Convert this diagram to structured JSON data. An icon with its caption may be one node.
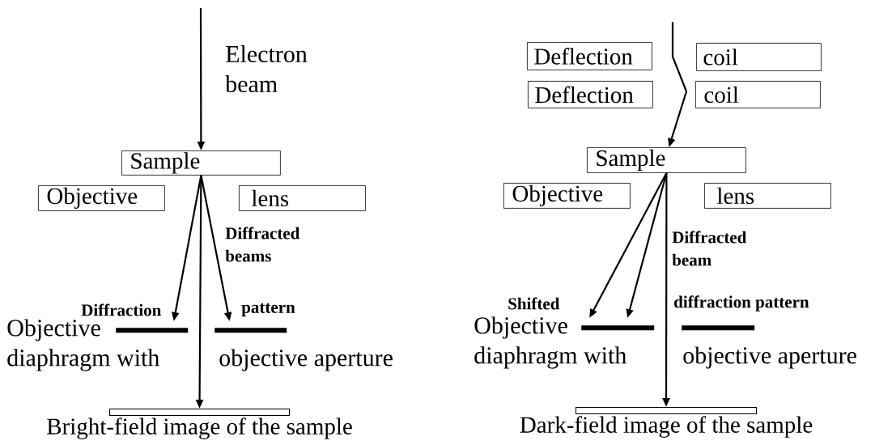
{
  "diagram": {
    "nodes": [
      {
        "text": [
          "Sample"
        ]
      },
      {
        "text": [
          "Objective"
        ]
      },
      {
        "text": [
          "lens"
        ]
      },
      {
        "text": [],
        "shape": "bar"
      },
      {
        "text": [],
        "shape": "bar"
      },
      {
        "text": [],
        "shape": "bar",
        "beside": [
          "Bright-field image of the sample"
        ]
      },
      {
        "text": [
          "Deflection"
        ]
      },
      {
        "text": [
          "coil"
        ]
      },
      {
        "text": [
          "Deflection"
        ]
      },
      {
        "text": [
          "coil"
        ]
      },
      {
        "text": [
          "Sample"
        ]
      },
      {
        "text": [
          "Objective"
        ]
      },
      {
        "text": [
          "lens"
        ]
      },
      {
        "text": [],
        "shape": "bar"
      },
      {
        "text": [],
        "shape": "bar"
      },
      {
        "text": [],
        "shape": "bar",
        "beside": [
          "Dark-field image of the sample"
        ]
      }
    ],
    "edges": [
      {
        "from": null,
        "to": 0,
        "arrow": "to"
      },
      {
        "from": 0,
        "to": 3,
        "arrow": "to"
      },
      {
        "from": 0,
        "to": 4,
        "arrow": "to"
      },
      {
        "from": 0,
        "to": 5,
        "arrow": "to"
      },
      {
        "from": null,
        "to": 10,
        "arrow": "to"
      },
      {
        "from": 10,
        "to": 13,
        "arrow": "to"
      },
      {
        "from": 10,
        "to": 13,
        "arrow": "to"
      },
      {
        "from": 10,
        "to": 15,
        "arrow": "to"
      }
    ],
    "labels": [
      "Electron beam",
      "Diffracted beams",
      "Diffraction",
      "pattern",
      "Objective",
      "diaphragm with",
      "objective aperture",
      "Shifted",
      "Diffracted beam",
      "diffraction pattern",
      "Objective",
      "diaphragm with",
      "objective aperture"
    ]
  }
}
